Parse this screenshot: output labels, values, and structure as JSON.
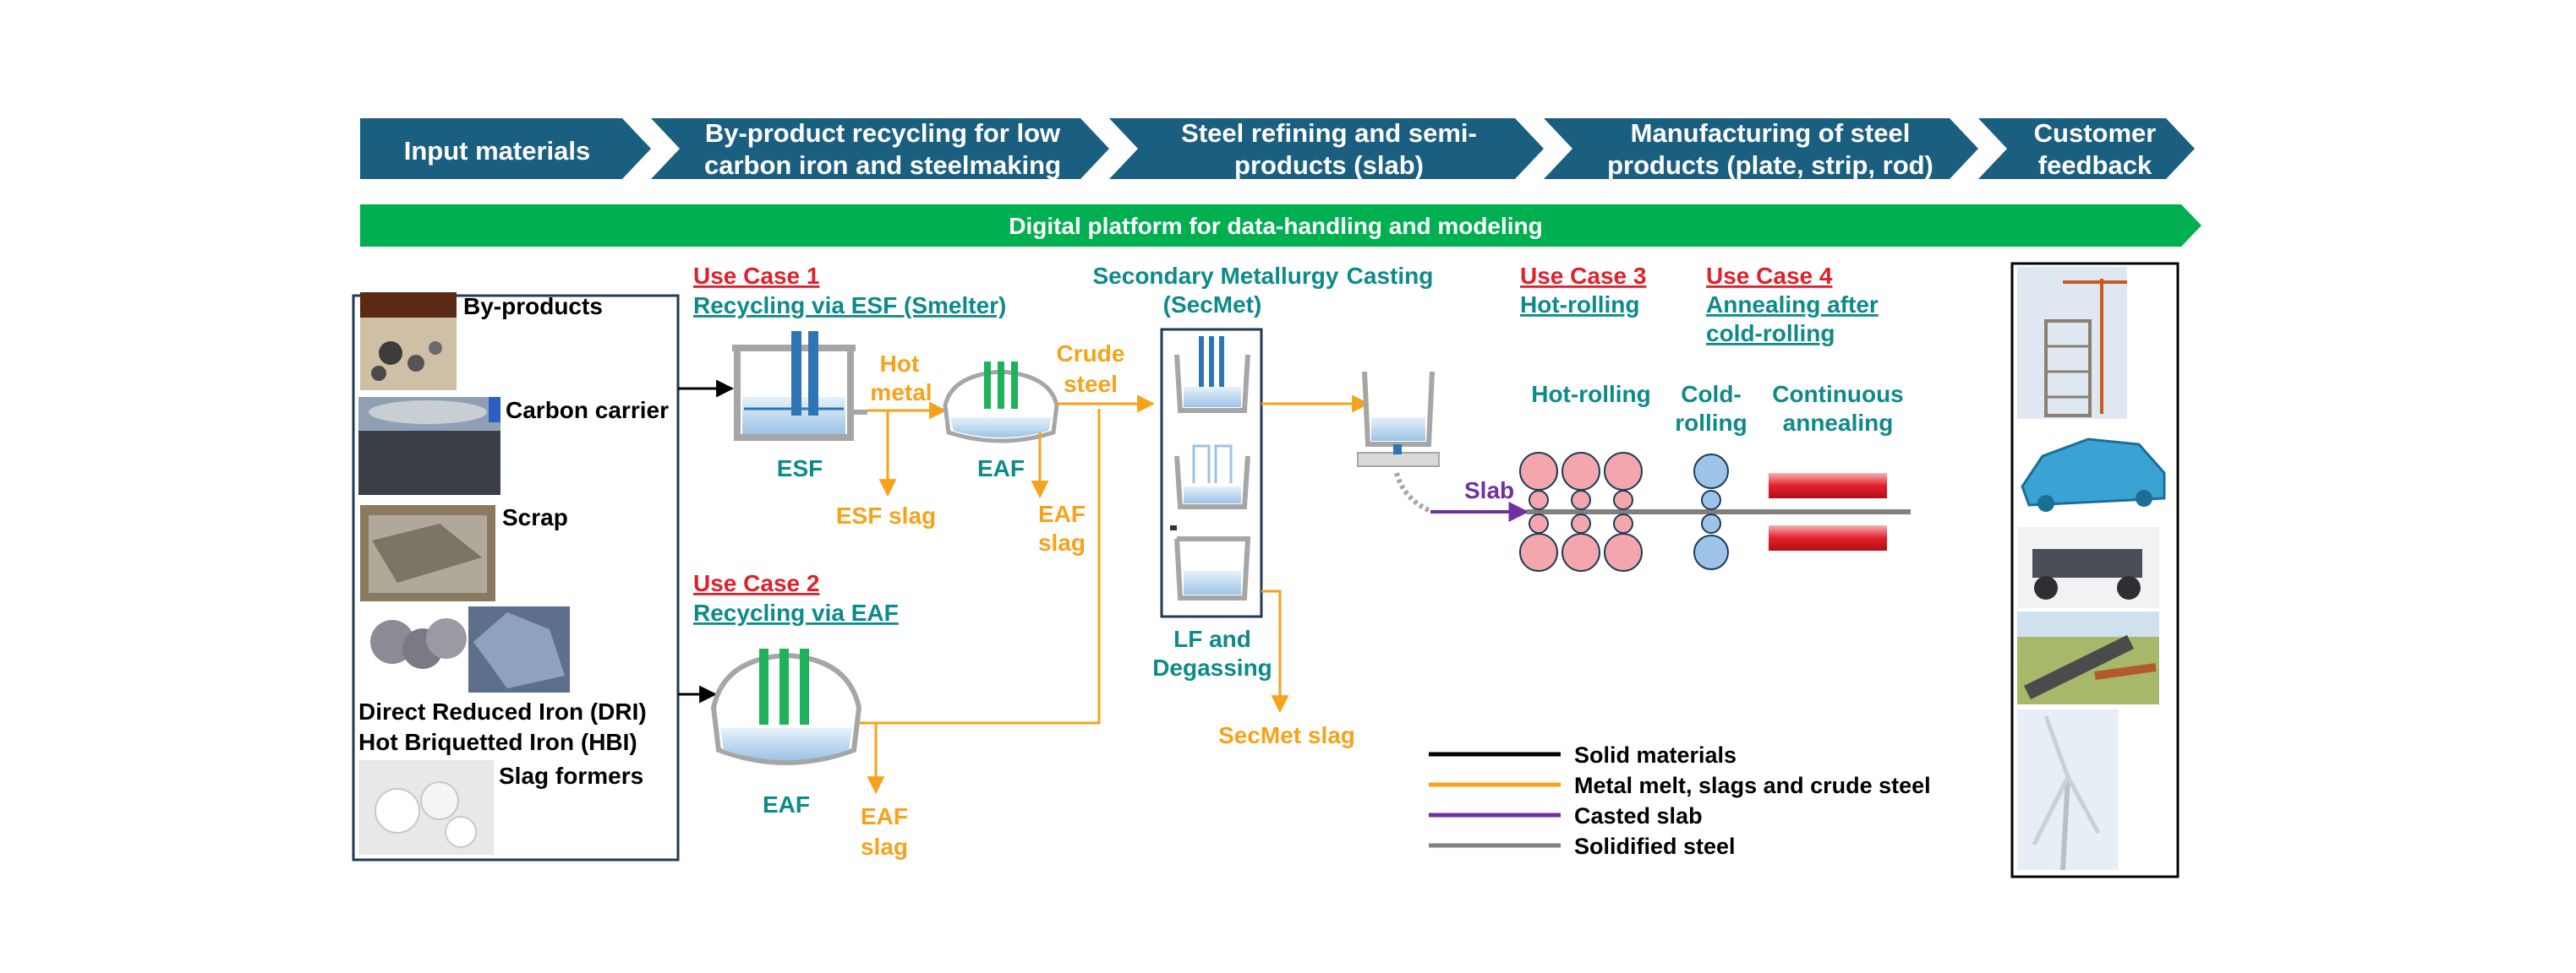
{
  "stages": [
    {
      "line1": "Input materials",
      "line2": ""
    },
    {
      "line1": "By-product recycling for low",
      "line2": "carbon iron and steelmaking"
    },
    {
      "line1": "Steel refining and semi-",
      "line2": "products (slab)"
    },
    {
      "line1": "Manufacturing of steel",
      "line2": "products (plate, strip, rod)"
    },
    {
      "line1": "Customer",
      "line2": "feedback"
    }
  ],
  "platform": "Digital platform for data-handling and modeling",
  "inputs": {
    "byproducts": "By-products",
    "carbon": "Carbon carrier",
    "scrap": "Scrap",
    "dri": "Direct Reduced Iron (DRI)",
    "hbi": "Hot Briquetted Iron (HBI)",
    "slagformers": "Slag formers"
  },
  "uc1": {
    "title": "Use Case 1",
    "sub": "Recycling via ESF (Smelter)"
  },
  "uc2": {
    "title": "Use Case 2",
    "sub": "Recycling via EAF"
  },
  "uc3": {
    "title": "Use Case 3",
    "sub": "Hot-rolling"
  },
  "uc4": {
    "title": "Use Case 4",
    "sub1": "Annealing after",
    "sub2": "cold-rolling"
  },
  "process": {
    "esf": "ESF",
    "eaf": "EAF",
    "eaf2": "EAF",
    "hot_metal_1": "Hot",
    "hot_metal_2": "metal",
    "crude_1": "Crude",
    "crude_2": "steel",
    "esf_slag": "ESF slag",
    "eaf_slag_1": "EAF",
    "eaf_slag_2": "slag",
    "eaf2_slag_1": "EAF",
    "eaf2_slag_2": "slag",
    "secmet_1": "Secondary Metallurgy",
    "secmet_2": "(SecMet)",
    "lf_1": "LF and",
    "lf_2": "Degassing",
    "secmet_slag": "SecMet slag",
    "casting": "Casting",
    "slab": "Slab",
    "hot_rolling": "Hot-rolling",
    "cold_1": "Cold-",
    "cold_2": "rolling",
    "cont_1": "Continuous",
    "cont_2": "annealing"
  },
  "legend": [
    {
      "label": "Solid materials",
      "color": "#000000"
    },
    {
      "label": "Metal melt, slags and crude steel",
      "color": "#f7a21b"
    },
    {
      "label": "Casted slab",
      "color": "#7030a0"
    },
    {
      "label": "Solidified steel",
      "color": "#808080"
    }
  ],
  "colors": {
    "header": "#1a5f80",
    "platform": "#00b050",
    "teal": "#0d8a8a",
    "orange": "#f7a21b",
    "red": "#e0202a",
    "purple": "#7030a0",
    "electrode_blue": "#2e75b6",
    "electrode_green": "#1fb25a",
    "roll_pink": "#f4a6ad",
    "roll_blue": "#9dc3e6",
    "strip_red": "#e3212b"
  }
}
